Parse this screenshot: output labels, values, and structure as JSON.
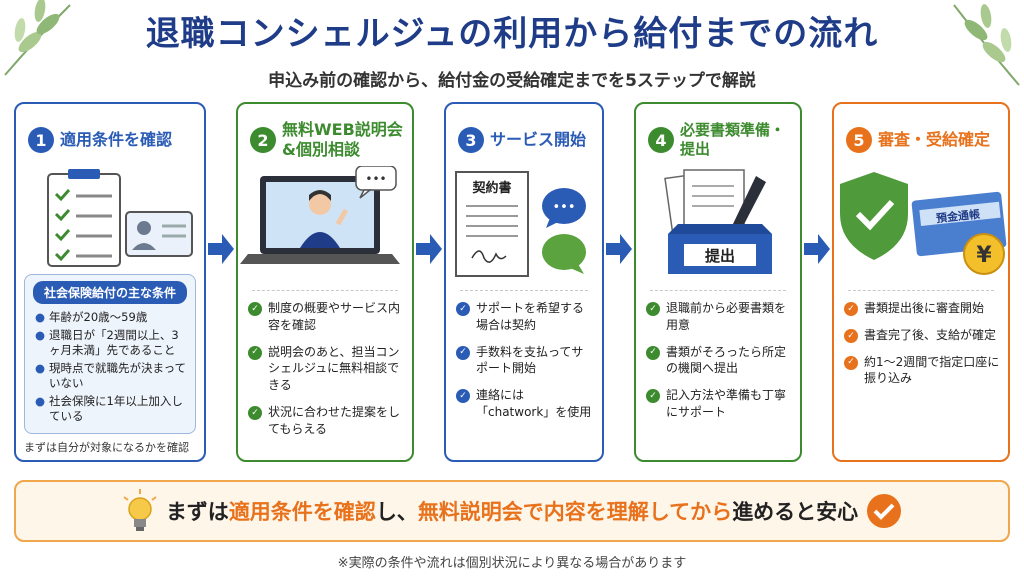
{
  "title": "退職コンシェルジュの利用から給付までの流れ",
  "subtitle": "申込み前の確認から、給付金の受給確定までを5ステップで解説",
  "colors": {
    "blue": "#2a5bb5",
    "green": "#3d8b2f",
    "orange": "#e8721c",
    "navy": "#1f3c88"
  },
  "steps": [
    {
      "number": "1",
      "title": "適用条件を確認",
      "conditions_title": "社会保険給付の主な条件",
      "conditions": [
        "年齢が20歳〜59歳",
        "退職日が「2週間以上、3ヶ月未満」先であること",
        "現時点で就職先が決まっていない",
        "社会保険に1年以上加入している"
      ],
      "note": "まずは自分が対象になるかを確認"
    },
    {
      "number": "2",
      "title": "無料WEB説明会&個別相談",
      "speech": "•••",
      "points": [
        "制度の概要やサービス内容を確認",
        "説明会のあと、担当コンシェルジュに無料相談できる",
        "状況に合わせた提案をしてもらえる"
      ]
    },
    {
      "number": "3",
      "title": "サービス開始",
      "doc_label": "契約書",
      "speech": "•••",
      "points": [
        "サポートを希望する場合は契約",
        "手数料を支払ってサポート開始",
        "連絡には「chatwork」を使用"
      ]
    },
    {
      "number": "4",
      "title": "必要書類準備・提出",
      "box_label": "提出",
      "points": [
        "退職前から必要書類を用意",
        "書類がそろったら所定の機関へ提出",
        "記入方法や準備も丁寧にサポート"
      ]
    },
    {
      "number": "5",
      "title": "審査・受給確定",
      "bankbook_label": "預金通帳",
      "yen": "¥",
      "points": [
        "書類提出後に審査開始",
        "書査完了後、支給が確定",
        "約1〜2週間で指定口座に振り込み"
      ]
    }
  ],
  "bottom": {
    "part1": "まずは",
    "part2": "適用条件を確認",
    "part3": "し、",
    "part4": "無料説明会で内容を理解してから",
    "part5": "進めると安心"
  },
  "footnote": "※実際の条件や流れは個別状況により異なる場合があります"
}
